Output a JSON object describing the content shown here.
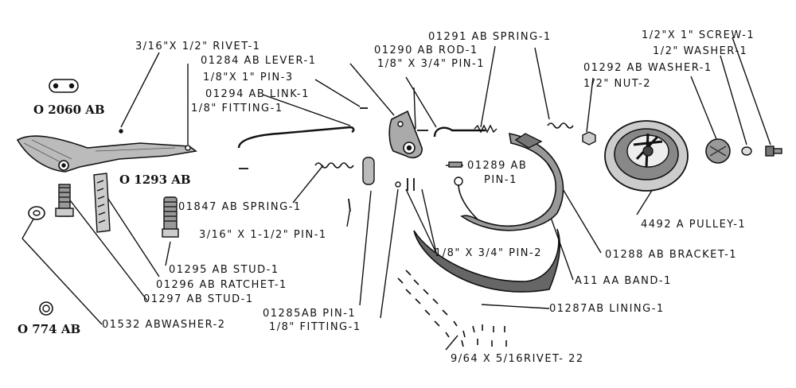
{
  "labels": {
    "rivet_316": "3/16\"X 1/2\" RIVET-1",
    "lever": "01284 AB LEVER-1",
    "pin_18x1": "1/8\"X 1\" PIN-3",
    "link": "01294 AB LINK-1",
    "fitting_top": "1/8\" FITTING-1",
    "spring_01291": "01291 AB SPRING-1",
    "rod": "01290 AB ROD-1",
    "pin_18x34_top": "1/8\" X 3/4\" PIN-1",
    "screw": "1/2\"X 1\" SCREW-1",
    "washer_half": "1/2\" WASHER-1",
    "washer_01292": "01292 AB WASHER-1",
    "nut": "1/2\" NUT-2",
    "pin_01289_a": "01289 AB",
    "pin_01289_b": "PIN-1",
    "spring_01847": "01847 AB SPRING-1",
    "pin_316": "3/16\" X 1-1/2\" PIN-1",
    "pulley": "4492 A PULLEY-1",
    "bracket": "01288 AB BRACKET-1",
    "pin_18x34_2": "1/8\" X 3/4\" PIN-2",
    "stud_01295": "01295 AB STUD-1",
    "ratchet": "01296 AB RATCHET-1",
    "stud_01297": "01297 AB STUD-1",
    "band": "A11 AA BAND-1",
    "pin_01285": "01285AB PIN-1",
    "fitting_bottom": "1/8\" FITTING-1",
    "lining": "01287AB LINING-1",
    "washer_01532": "01532 ABWASHER-2",
    "rivet_964": "9/64 X 5/16RIVET- 22"
  },
  "part_numbers": {
    "p2060": "O 2060 AB",
    "p1293": "O 1293 AB",
    "p774": "O 774 AB"
  }
}
